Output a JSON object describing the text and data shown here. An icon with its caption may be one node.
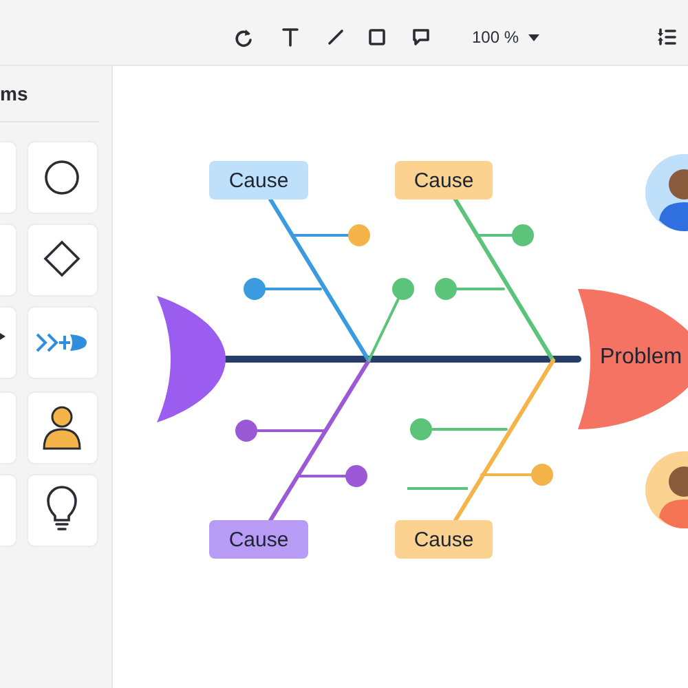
{
  "diagram": {
    "nodes": [
      {
        "text": [],
        "shape": "tail"
      },
      {
        "text": [
          "Cause"
        ]
      },
      {
        "text": [
          "Cause"
        ]
      },
      {
        "text": [
          "Problem"
        ]
      },
      {
        "text": [
          "Cause"
        ]
      },
      {
        "text": [
          "Cause"
        ]
      },
      {
        "text": [],
        "shape": "circle"
      },
      {
        "text": [],
        "shape": "circle"
      },
      {
        "text": [],
        "shape": "circle"
      },
      {
        "text": [],
        "shape": "circle"
      },
      {
        "text": [],
        "shape": "circle"
      },
      {
        "text": [],
        "shape": "circle"
      },
      {
        "text": [],
        "shape": "circle"
      },
      {
        "text": [],
        "shape": "circle"
      },
      {
        "text": [],
        "shape": "circle"
      }
    ],
    "edges": [
      {
        "from": 0,
        "to": 3,
        "arrow": "none",
        "style": "thick",
        "color": "#263d6b"
      },
      {
        "from": 1,
        "to": null,
        "arrow": "none",
        "color": "#3b9be0"
      },
      {
        "from": 2,
        "to": null,
        "arrow": "none",
        "color": "#5cc47a"
      },
      {
        "from": 4,
        "to": null,
        "arrow": "none",
        "color": "#9b59d6"
      },
      {
        "from": 5,
        "to": null,
        "arrow": "none",
        "color": "#f5b449"
      },
      {
        "from": 6,
        "to": null,
        "arrow": "none",
        "color": "#3b9be0"
      },
      {
        "from": 8,
        "to": null,
        "arrow": "none",
        "color": "#3b9be0"
      },
      {
        "from": 9,
        "to": null,
        "arrow": "none",
        "color": "#5cc47a"
      },
      {
        "from": 7,
        "to": null,
        "arrow": "none",
        "color": "#5cc47a"
      },
      {
        "from": 10,
        "to": null,
        "arrow": "none",
        "color": "#5cc47a"
      },
      {
        "from": 11,
        "to": null,
        "arrow": "none",
        "color": "#9b59d6"
      },
      {
        "from": 13,
        "to": null,
        "arrow": "none",
        "color": "#9b59d6"
      },
      {
        "from": 12,
        "to": null,
        "arrow": "none",
        "color": "#5cc47a"
      },
      {
        "from": 14,
        "to": null,
        "arrow": "none",
        "color": "#f5b449"
      }
    ],
    "labels": [
      "ms",
      "100 %"
    ]
  }
}
